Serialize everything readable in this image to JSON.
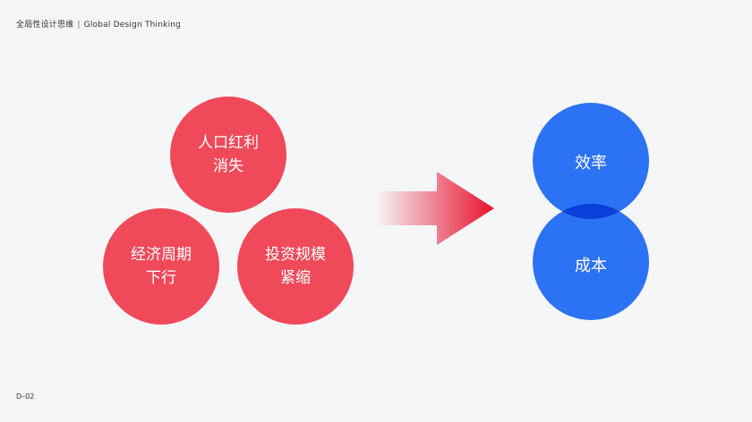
{
  "header": {
    "title_cn": "全局性设计思维",
    "separator": "|",
    "title_en": "Global Design Thinking"
  },
  "footer": {
    "page_code": "D–02"
  },
  "left_group": {
    "top": {
      "line1": "人口红利",
      "line2": "消失"
    },
    "left": {
      "line1": "经济周期",
      "line2": "下行"
    },
    "right": {
      "line1": "投资规模",
      "line2": "紧缩"
    },
    "color": "#f04a5a"
  },
  "right_group": {
    "top_label": "效率",
    "bottom_label": "成本",
    "color": "#2b72f4",
    "overlap_color": "#0a3fd8"
  },
  "arrow": {
    "color": "#e8112d"
  }
}
